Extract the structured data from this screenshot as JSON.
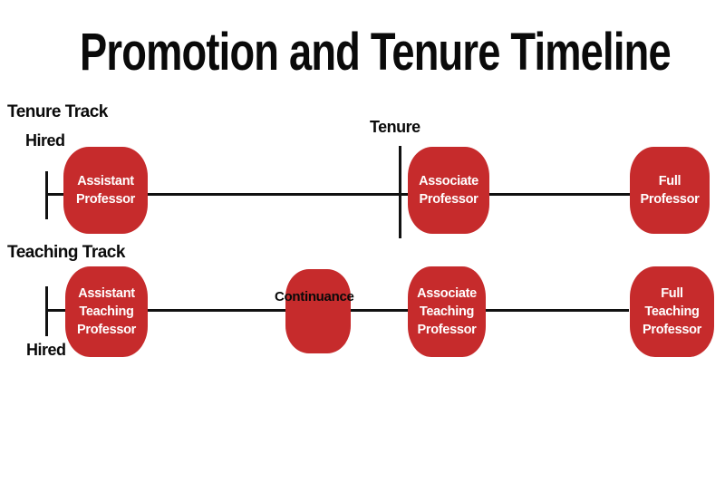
{
  "title": "Promotion and Tenure Timeline",
  "colors": {
    "node_red": "#c62b2c",
    "line_black": "#111111",
    "node_text_white": "#ffffff",
    "label_black": "#0a0a0a"
  },
  "tracks": [
    {
      "label": "Tenure Track",
      "hired_label": "Hired",
      "milestone_label": "Tenure",
      "nodes": [
        {
          "name": "assistant-professor",
          "lines": [
            "Assistant",
            "Professor"
          ]
        },
        {
          "name": "associate-professor",
          "lines": [
            "Associate",
            "Professor"
          ]
        },
        {
          "name": "full-professor",
          "lines": [
            "Full",
            "Professor"
          ]
        }
      ]
    },
    {
      "label": "Teaching Track",
      "hired_label": "Hired",
      "milestone_label": "Continuance",
      "nodes": [
        {
          "name": "assistant-teaching-professor",
          "lines": [
            "Assistant",
            "Teaching",
            "Professor"
          ]
        },
        {
          "name": "associate-teaching-professor",
          "lines": [
            "Associate",
            "Teaching",
            "Professor"
          ]
        },
        {
          "name": "full-teaching-professor",
          "lines": [
            "Full",
            "Teaching",
            "Professor"
          ]
        }
      ]
    }
  ]
}
